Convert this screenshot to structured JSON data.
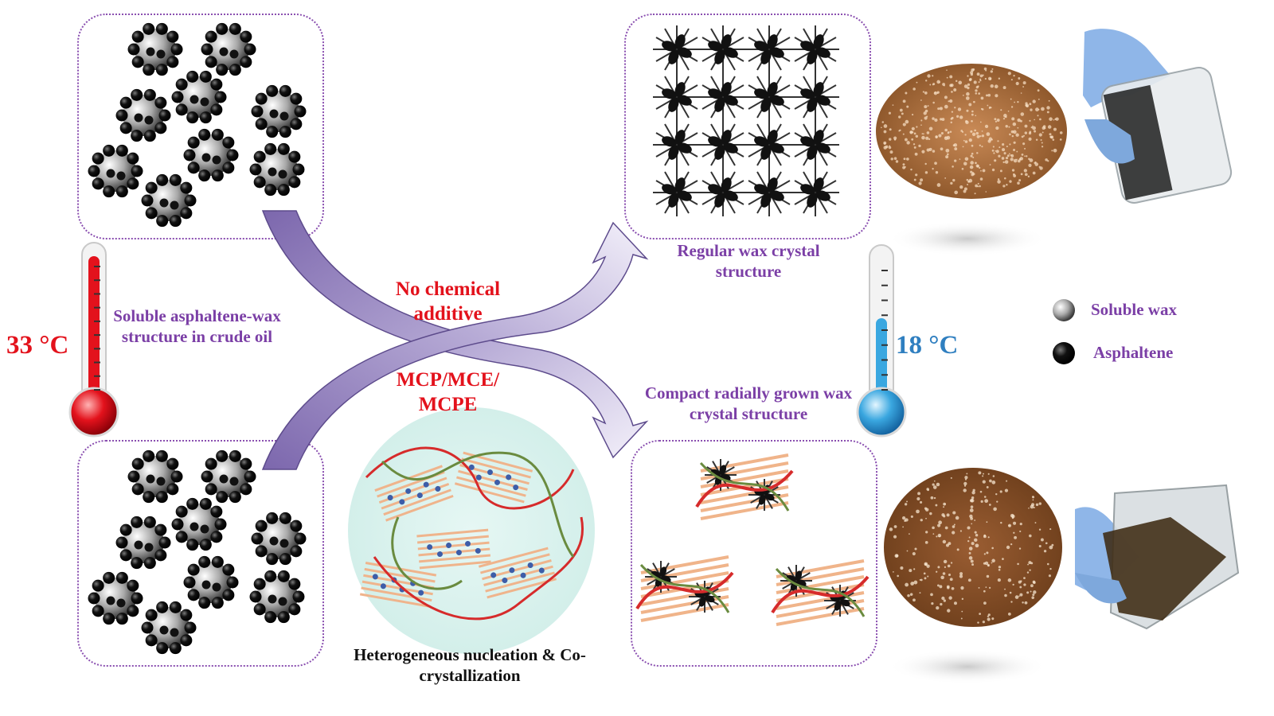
{
  "labels": {
    "hot_temp": "33 °C",
    "cold_temp": "18 °C",
    "initial_state": "Soluble asphaltene-wax structure in crude oil",
    "no_additive": "No chemical additive",
    "additive": "MCP/MCE/ MCPE",
    "regular": "Regular wax crystal structure",
    "compact": "Compact radially grown wax crystal structure",
    "mechanism": "Heterogeneous nucleation & Co-crystallization"
  },
  "legend": [
    {
      "label": "Soluble wax",
      "color": "#c8c8c8"
    },
    {
      "label": "Asphaltene",
      "color": "#111111"
    }
  ],
  "colors": {
    "panel_border": "#8a4fb0",
    "arrow_fill": "#8b78b8",
    "arrow_fill_light": "#ece8f5",
    "thermo_hot": "#e3121c",
    "thermo_cold": "#3aa7e0",
    "photo_brown": "#a4683a"
  },
  "icons": [
    "thermometer-hot-icon",
    "thermometer-cold-icon",
    "beaker-hand-icon"
  ]
}
